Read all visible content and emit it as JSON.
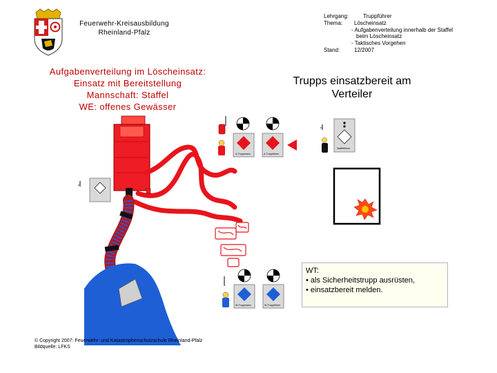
{
  "header": {
    "org_line1": "Feuerwehr-Kreisausbildung",
    "org_line2": "Rheinland-Pfalz"
  },
  "course_info": {
    "lehrgang_label": "Lehrgang:",
    "lehrgang_value": "Truppführer",
    "thema_label": "Thema:",
    "thema_lines": [
      "Löscheinsatz",
      "- Aufgabenverteilung innerhalb der Staffel",
      "  beim Löscheinsatz",
      "- Taktisches Vorgehen"
    ],
    "stand_label": "Stand:",
    "stand_value": "12/2007"
  },
  "slide_title": {
    "lines": [
      "Aufgabenverteilung im Löscheinsatz:",
      "Einsatz mit Bereitstellung",
      "Mannschaft: Staffel",
      "WE: offenes Gewässer"
    ]
  },
  "subtitle": {
    "lines": [
      "Trupps einsatzbereit am",
      "Verteiler"
    ]
  },
  "command_box": {
    "heading": "WT:",
    "lines": [
      "• als Sicherheitstrupp ausrüsten,",
      "• einsatzbereit melden."
    ]
  },
  "footer": {
    "copyright": "© Copyright 2007: Feuerwehr- und Katastrophenschutzschule Rheinland-Pfalz",
    "source": "Bildquelle: LFKS"
  },
  "colors": {
    "fire_red": "#e8141c",
    "water_blue": "#1e5fd6",
    "title_red": "#c00000",
    "hose_blue": "#3a4fd0",
    "suction_purple": "#6a5acd"
  }
}
